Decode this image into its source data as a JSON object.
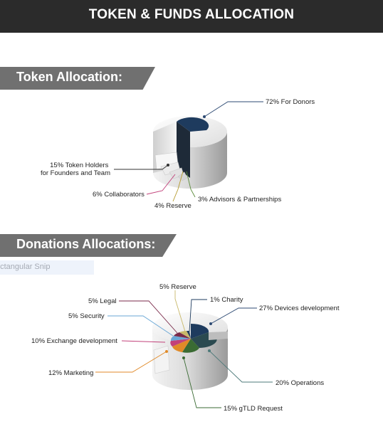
{
  "header": {
    "title": "TOKEN & FUNDS ALLOCATION"
  },
  "sections": {
    "token": {
      "heading": "Token Allocation:"
    },
    "donations": {
      "heading": "Donations Allocations:"
    }
  },
  "snip_overlay": {
    "text": "ectangular Snip"
  },
  "colors": {
    "header_bg": "#2b2b2b",
    "banner_bg": "#707070",
    "dark_blue": "#1e3b5e"
  },
  "chart_data": [
    {
      "type": "pie",
      "title": "Token Allocation:",
      "labels": [
        "72% For Donors",
        "15% Token Holders for Founders and Team",
        "6% Collaborators",
        "4% Reserve",
        "3% Advisors & Partnerships"
      ],
      "label_lines": [
        [
          "72% For Donors"
        ],
        [
          "15% Token Holders",
          "for Founders and Team"
        ],
        [
          "6% Collaborators"
        ],
        [
          "4% Reserve"
        ],
        [
          "3% Advisors & Partnerships"
        ]
      ],
      "values": [
        72,
        15,
        6,
        4,
        3
      ]
    },
    {
      "type": "pie",
      "title": "Donations Allocations:",
      "labels": [
        "27% Devices development",
        "20% Operations",
        "15% gTLD Request",
        "12% Marketing",
        "10% Exchange development",
        "5% Security",
        "5% Legal",
        "5% Reserve",
        "1% Charity"
      ],
      "label_lines": [
        [
          "27% Devices development"
        ],
        [
          "20% Operations"
        ],
        [
          "15% gTLD Request"
        ],
        [
          "12% Marketing"
        ],
        [
          "10% Exchange development"
        ],
        [
          "5% Security"
        ],
        [
          "5% Legal"
        ],
        [
          "5% Reserve"
        ],
        [
          "1% Charity"
        ]
      ],
      "values": [
        27,
        20,
        15,
        12,
        10,
        5,
        5,
        5,
        1
      ]
    }
  ]
}
